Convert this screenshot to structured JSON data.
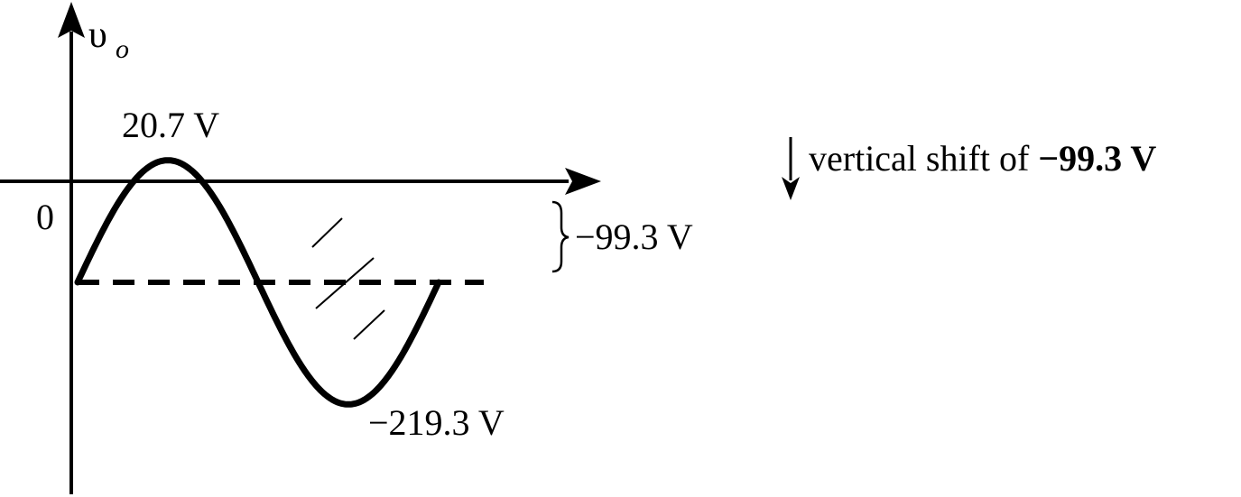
{
  "axis": {
    "y_symbol": "υ",
    "y_subscript": "o",
    "origin_label": "0"
  },
  "labels": {
    "peak": "20.7 V",
    "trough": "−219.3 V",
    "offset": "−99.3 V",
    "shift_prefix": "vertical shift of ",
    "shift_value": "−99.3 V"
  },
  "values": {
    "peak_v": 20.7,
    "offset_v": -99.3,
    "trough_v": -219.3
  },
  "colors": {
    "ink": "#000000",
    "background": "#ffffff"
  }
}
